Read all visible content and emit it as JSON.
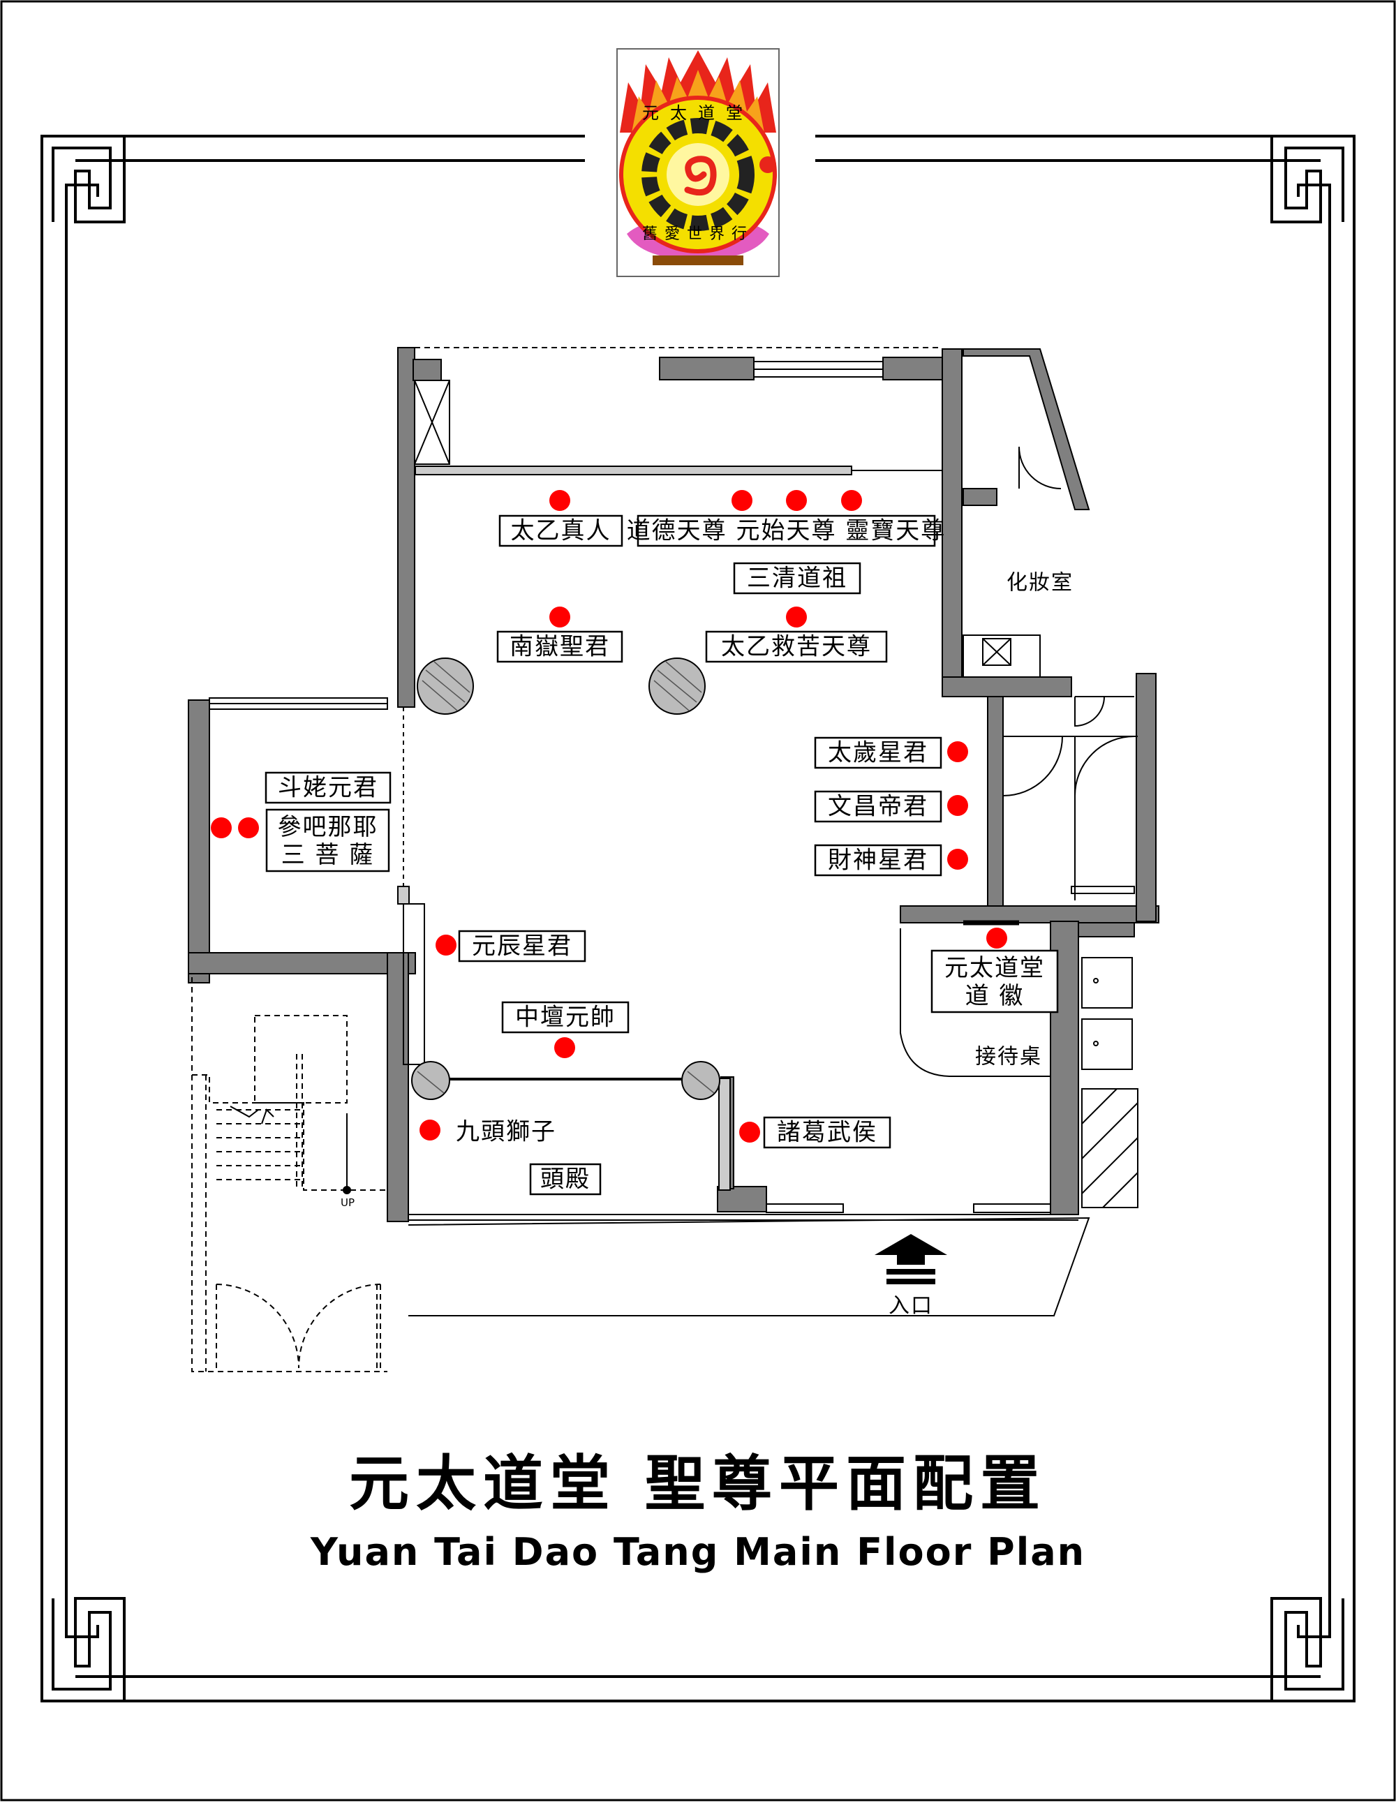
{
  "logo": {
    "top_text": "元太道堂",
    "bottom_text": "舊愛世界行",
    "flame_color": "#e8251b",
    "ring_color": "#f4df00",
    "lotus_color": "#e35bc0",
    "center_color": "#e8251b"
  },
  "title": {
    "chinese": "元太道堂 聖尊平面配置",
    "english": "Yuan Tai Dao Tang Main Floor Plan"
  },
  "colors": {
    "wall": "#808080",
    "marker": "#ff0000",
    "border": "#000000",
    "pillar": "#999999"
  },
  "labels": {
    "taiyi_zhenren": "太乙真人",
    "sanqing_names": "道德天尊 元始天尊 靈寶天尊",
    "sanqing": "三清道祖",
    "nanyue": "南嶽聖君",
    "taiyi_jiuku": "太乙救苦天尊",
    "dou_mu": "斗姥元君",
    "cundi_1": "參吧那耶",
    "cundi_2": "三 菩 薩",
    "tai_sui": "太歲星君",
    "wen_chang": "文昌帝君",
    "cai_shen": "財神星君",
    "yuan_chen": "元辰星君",
    "zhong_tan": "中壇元帥",
    "jiu_tou": "九頭獅子",
    "zhu_ge": "諸葛武侯",
    "tou_dian": "頭殿",
    "emblem_1": "元太道堂",
    "emblem_2": "道  徽",
    "makeup_room": "化妝室",
    "reception": "接待桌",
    "entrance": "入口",
    "up": "UP"
  }
}
